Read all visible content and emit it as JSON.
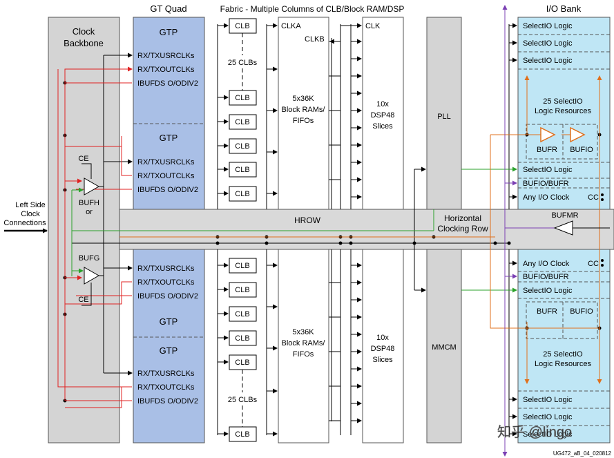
{
  "titles": {
    "gt_quad": "GT Quad",
    "fabric": "Fabric - Multiple Columns of CLB/Block RAM/DSP",
    "io_bank": "I/O Bank"
  },
  "clock_backbone": {
    "line1": "Clock",
    "line2": "Backbone"
  },
  "gtp_blocks": [
    {
      "title": "GTP",
      "signals": [
        "RX/TXUSRCLKs",
        "RX/TXOUTCLKs",
        "IBUFDS O/ODIV2"
      ]
    },
    {
      "title": "GTP",
      "signals": [
        "RX/TXUSRCLKs",
        "RX/TXOUTCLKs",
        "IBUFDS O/ODIV2"
      ]
    },
    {
      "title": "GTP",
      "signals": [
        "RX/TXUSRCLKs",
        "RX/TXOUTCLKs",
        "IBUFDS O/ODIV2"
      ]
    },
    {
      "title": "GTP",
      "signals": [
        "RX/TXUSRCLKs",
        "RX/TXOUTCLKs",
        "IBUFDS O/ODIV2"
      ]
    }
  ],
  "clb_label": "CLB",
  "clb_count_label": "25 CLBs",
  "bram": {
    "clka": "CLKA",
    "clkb": "CLKB",
    "line1": "5x36K",
    "line2": "Block RAMs/",
    "line3": "FIFOs"
  },
  "dsp": {
    "clk": "CLK",
    "line1": "10x",
    "line2": "DSP48",
    "line3": "Slices"
  },
  "pll_label": "PLL",
  "mmcm_label": "MMCM",
  "hrow": {
    "label": "HROW",
    "line1": "Horizontal",
    "line2": "Clocking Row"
  },
  "bufmr_label": "BUFMR",
  "left_side": {
    "line1": "Left Side",
    "line2": "Clock",
    "line3": "Connections"
  },
  "bufh": {
    "ce": "CE",
    "label": "BUFH",
    "or": "or"
  },
  "bufg": {
    "label": "BUFG",
    "ce": "CE"
  },
  "io_top": {
    "rows": [
      "SelectIO Logic",
      "SelectIO Logic",
      "SelectIO Logic"
    ],
    "resources_line1": "25 SelectIO",
    "resources_line2": "Logic Resources",
    "bufr": "BUFR",
    "bufio": "BUFIO",
    "bottom_rows": [
      "SelectIO Logic",
      "BUFIO/BUFR",
      "Any I/O Clock"
    ],
    "cc": "CC"
  },
  "io_bottom": {
    "top_rows": [
      "Any I/O Clock",
      "BUFIO/BUFR",
      "SelectIO Logic"
    ],
    "cc": "CC",
    "bufr": "BUFR",
    "bufio": "BUFIO",
    "resources_line1": "25 SelectIO",
    "resources_line2": "Logic Resources",
    "rows": [
      "SelectIO Logic",
      "SelectIO Logic",
      "SelectIO Logic"
    ]
  },
  "footer_id": "UG472_aB_04_020812",
  "watermark": "知乎 @lingo",
  "colors": {
    "clock_backbone": "#d4d4d4",
    "gt_quad": "#a9bfe6",
    "io_bank": "#bfe6f5",
    "red_wire": "#e02020",
    "green_wire": "#2aa12a",
    "orange_wire": "#e0701c",
    "purple_wire": "#7a3fb3",
    "hrow": "#d9d9d9"
  }
}
